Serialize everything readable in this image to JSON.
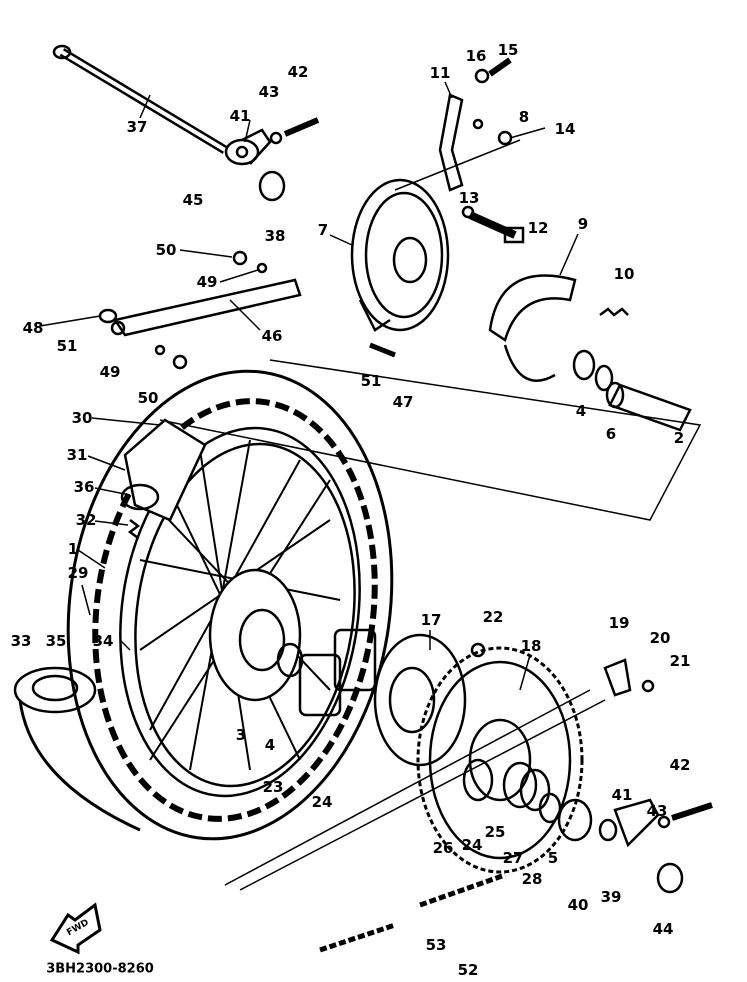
{
  "diagram": {
    "part_numbers": [
      "37",
      "41",
      "43",
      "42",
      "45",
      "38",
      "11",
      "16",
      "15",
      "8",
      "14",
      "13",
      "12",
      "7",
      "9",
      "10",
      "50",
      "49",
      "48",
      "51",
      "46",
      "49",
      "50",
      "51",
      "47",
      "4",
      "6",
      "2",
      "30",
      "31",
      "36",
      "32",
      "1",
      "29",
      "33",
      "35",
      "34",
      "17",
      "22",
      "18",
      "19",
      "20",
      "21",
      "3",
      "4",
      "23",
      "24",
      "26",
      "24",
      "25",
      "27",
      "28",
      "5",
      "40",
      "39",
      "41",
      "43",
      "42",
      "44",
      "53",
      "52"
    ],
    "forward_arrow_text": "FWD",
    "diagram_code": "3BH2300-8260",
    "line_color": "#000000",
    "background_color": "#ffffff"
  }
}
